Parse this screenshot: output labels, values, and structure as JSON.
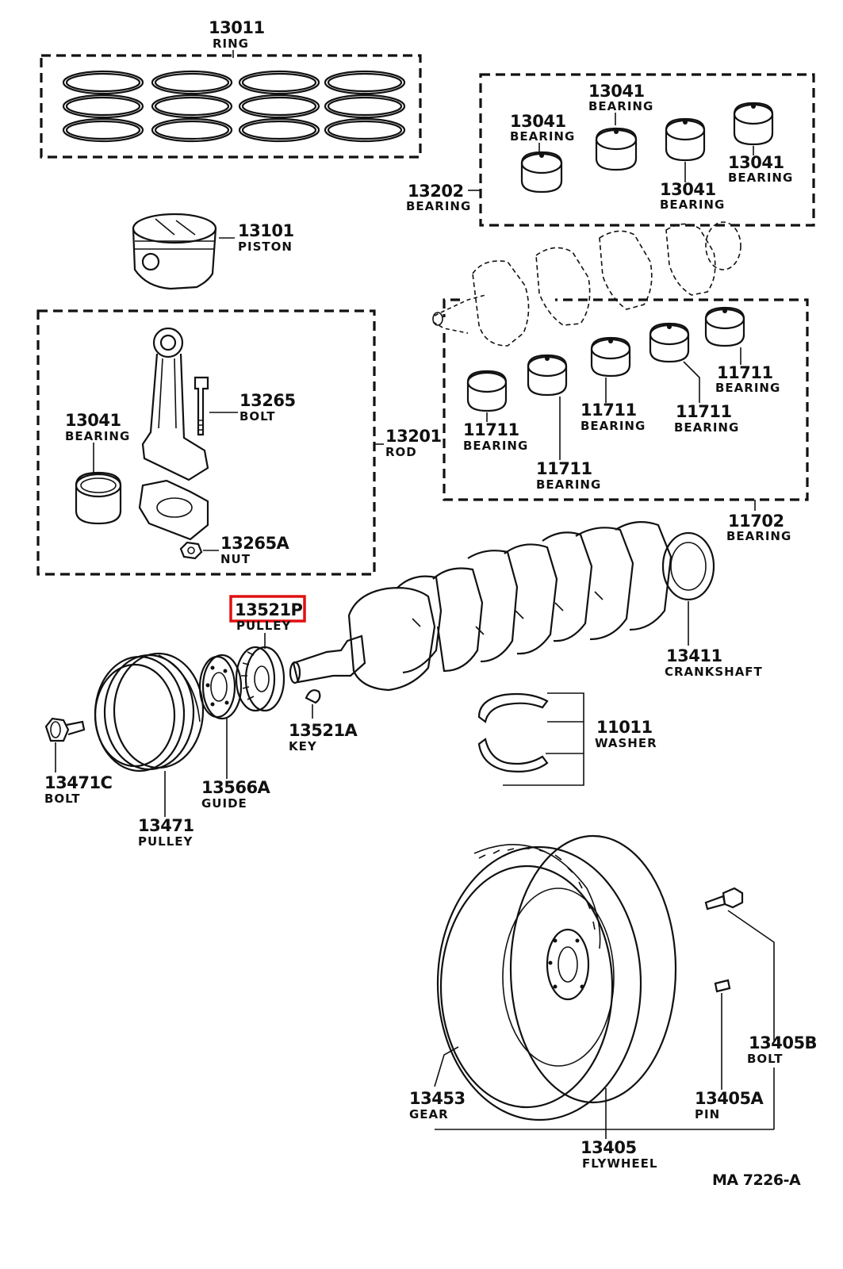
{
  "drawing_code": "MA  7226-A",
  "labels": {
    "ring": {
      "number": "13011",
      "name": "RING"
    },
    "piston": {
      "number": "13101",
      "name": "PISTON"
    },
    "rod_bearing": {
      "number": "13041",
      "name": "BEARING"
    },
    "rod_bolt": {
      "number": "13265",
      "name": "BOLT"
    },
    "rod": {
      "number": "13201",
      "name": "ROD"
    },
    "rod_nut": {
      "number": "13265A",
      "name": "NUT"
    },
    "bearing_set_13202": {
      "number": "13202",
      "name": "BEARING"
    },
    "bearing_a": {
      "number": "13041",
      "name": "BEARING"
    },
    "bearing_b": {
      "number": "13041",
      "name": "BEARING"
    },
    "bearing_c": {
      "number": "13041",
      "name": "BEARING"
    },
    "bearing_d": {
      "number": "13041",
      "name": "BEARING"
    },
    "main_bearing_1": {
      "number": "11711",
      "name": "BEARING"
    },
    "main_bearing_2": {
      "number": "11711",
      "name": "BEARING"
    },
    "main_bearing_3": {
      "number": "11711",
      "name": "BEARING"
    },
    "main_bearing_4": {
      "number": "11711",
      "name": "BEARING"
    },
    "main_bearing_5": {
      "number": "11711",
      "name": "BEARING"
    },
    "main_bearing_set": {
      "number": "11702",
      "name": "BEARING"
    },
    "timing_pulley": {
      "number": "13521P",
      "name": "PULLEY"
    },
    "crankshaft": {
      "number": "13411",
      "name": "CRANKSHAFT"
    },
    "key": {
      "number": "13521A",
      "name": "KEY"
    },
    "washer": {
      "number": "11011",
      "name": "WASHER"
    },
    "pulley_bolt": {
      "number": "13471C",
      "name": "BOLT"
    },
    "guide": {
      "number": "13566A",
      "name": "GUIDE"
    },
    "crank_pulley": {
      "number": "13471",
      "name": "PULLEY"
    },
    "flywheel_bolt": {
      "number": "13405B",
      "name": "BOLT"
    },
    "gear": {
      "number": "13453",
      "name": "GEAR"
    },
    "pin": {
      "number": "13405A",
      "name": "PIN"
    },
    "flywheel": {
      "number": "13405",
      "name": "FLYWHEEL"
    }
  },
  "highlighted_part": "13521P",
  "highlight_color": "#e01010"
}
